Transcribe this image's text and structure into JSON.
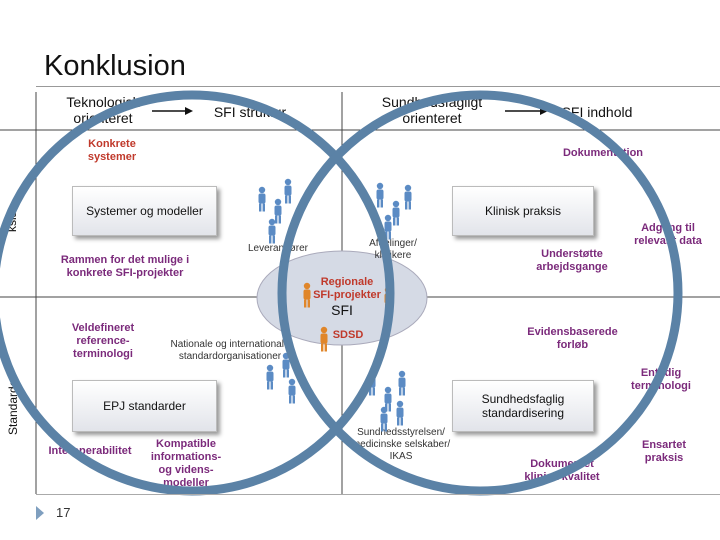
{
  "title": "Konklusion",
  "slide_number": "17",
  "side_labels": {
    "top": "ksis",
    "bottom": "Standarder"
  },
  "headers": {
    "left_top": "Teknologisk\norienteret",
    "left_arrow_target": "SFI struktur",
    "right_top": "Sundhedsfagligt\norienteret",
    "right_arrow_target": "SFI indhold"
  },
  "boxes": {
    "systems": "Systemer og modeller",
    "clinical": "Klinisk praksis",
    "epj": "EPJ standarder",
    "health_std": "Sundhedsfaglig\nstandardisering"
  },
  "labels": {
    "konkrete": "Konkrete\nsystemer",
    "dokumentation": "Dokumentation",
    "adgang": "Adgang til\nrelevant data",
    "understotte": "Understøtte\narbejdsgange",
    "rammen": "Rammen for det mulige i\nkonkrete SFI-projekter",
    "veldefineret": "Veldefineret\nreference-\nterminologi",
    "evidens": "Evidensbaserede\nforløb",
    "entydig": "Entydig\nterminologi",
    "interop": "Interoperabilitet",
    "kompatible": "Kompatible\ninformations-\nog videns-\nmodeller",
    "ensartet": "Ensartet\npraksis",
    "dok_klinisk": "Dokumentet\nklinisk kvalitet"
  },
  "actors": {
    "leverandorer": "Leverandører",
    "afdelinger": "Afdelinger/\nklinikere",
    "nationale": "Nationale og internationale\nstandardorganisationer",
    "sundhedsstyrelsen": "Sundhedsstyrelsen/\nmedicinske selskaber/\nIKAS"
  },
  "center": {
    "regionale": "Regionale\nSFI-projekter",
    "sfi": "SFI",
    "sdsd": "SDSD"
  },
  "colors": {
    "ring": "#5b82a6",
    "red_text": "#c0392b",
    "purple_text": "#7b2a7b",
    "ellipse": "#d5dae5",
    "person_blue": "#5b8bc4",
    "person_orange": "#e0862a"
  },
  "icons": [
    "arrow-right-icon",
    "person-icon",
    "slide-bullet-icon"
  ]
}
